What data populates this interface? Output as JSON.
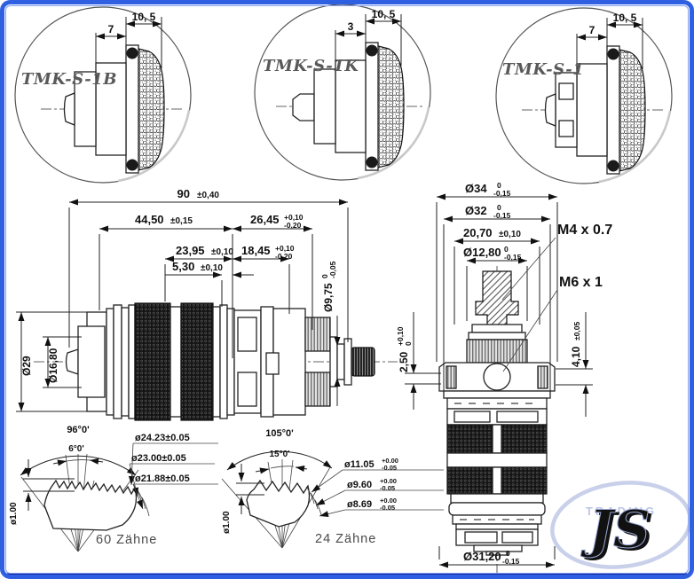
{
  "variants": [
    {
      "label": "TMK-S-1B",
      "dim_a": "7",
      "dim_b": "10, 5"
    },
    {
      "label": "TMK-S-1K",
      "dim_a": "3",
      "dim_b": "10, 5"
    },
    {
      "label": "TMK-S-1",
      "dim_a": "7",
      "dim_b": "10, 5"
    }
  ],
  "main_view": {
    "overall": {
      "v": "90",
      "t": "±0,40"
    },
    "len_4450": {
      "v": "44,50",
      "t": "±0,15"
    },
    "len_2645": {
      "v": "26,45",
      "tu": "+0,10",
      "td": "-0,20"
    },
    "len_2395": {
      "v": "23,95",
      "t": "±0,10"
    },
    "len_1845": {
      "v": "18,45",
      "tu": "+0,10",
      "td": "-0,20"
    },
    "len_530": {
      "v": "5,30",
      "t": "±0,10"
    },
    "dia_975": {
      "v": "Ø9,75",
      "tu": "0",
      "td": "-0,05"
    },
    "dia_29": {
      "v": "Ø29"
    },
    "dia_1680": {
      "v": "Ø16,80"
    }
  },
  "side_view": {
    "dia_34": {
      "v": "Ø34",
      "tu": "0",
      "td": "-0,15"
    },
    "dia_32": {
      "v": "Ø32",
      "tu": "0",
      "td": "-0,15"
    },
    "len_2070": {
      "v": "20,70",
      "t": "±0,10"
    },
    "dia_1280": {
      "v": "Ø12,80",
      "tu": "0",
      "td": "-0,15"
    },
    "thread_m4": "M4 x 0.7",
    "thread_m6": "M6 x 1",
    "len_250": {
      "v": "2,50",
      "tu": "+0,10",
      "td": "0"
    },
    "len_410": {
      "v": "4,10",
      "t": "±0,05"
    },
    "dia_3120": {
      "v": "Ø31,20",
      "tu": "0",
      "td": "-0,15"
    }
  },
  "gear_60": {
    "angle_full": "96°0'",
    "angle_tooth": "6°0'",
    "dia_outer": "ø24.23±0.05",
    "dia_pitch": "ø23.00±0.05",
    "dia_root": "ø21.88±0.05",
    "tooth_depth": "ø1.00",
    "teeth": "60 Zähne"
  },
  "gear_24": {
    "angle_full": "105°0'",
    "angle_tooth": "15°0'",
    "dia_outer": {
      "v": "ø11.05",
      "tu": "+0.00",
      "td": "-0.05"
    },
    "dia_pitch": {
      "v": "ø9.60",
      "tu": "+0.00",
      "td": "-0.05"
    },
    "dia_root": {
      "v": "ø8.69",
      "tu": "+0.00",
      "td": "-0.05"
    },
    "tooth_depth": "ø1.00",
    "teeth": "24 Zähne"
  },
  "logo": {
    "top": "TRADING",
    "main": "JS"
  },
  "colors": {
    "frame_blue": "#3060e2",
    "frame_dark": "#18249c",
    "line": "#222222",
    "logo_blue": "#ccd3ec"
  }
}
